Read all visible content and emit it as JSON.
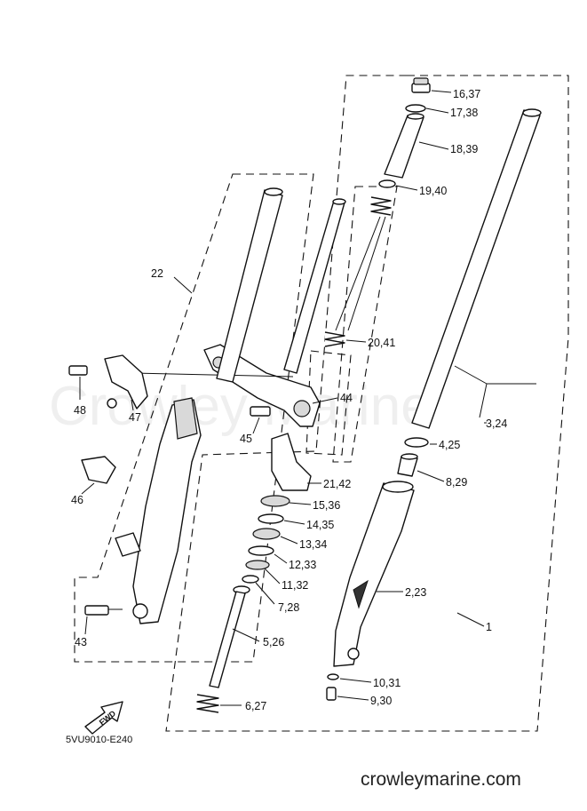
{
  "watermark": "Crowley Marine",
  "footer": "crowleymarine.com",
  "diagram_code": "5VU9010-E240",
  "fwd_label": "FWD",
  "callouts": {
    "c16_37": "16,37",
    "c17_38": "17,38",
    "c18_39": "18,39",
    "c19_40": "19,40",
    "c20_41": "20,41",
    "c3_24": "3,24",
    "c4_25": "4,25",
    "c8_29": "8,29",
    "c2_23": "2,23",
    "c1": "1",
    "c10_31": "10,31",
    "c9_30": "9,30",
    "c22": "22",
    "c44": "44",
    "c45": "45",
    "c48": "48",
    "c47": "47",
    "c46": "46",
    "c43": "43",
    "c21_42": "21,42",
    "c15_36": "15,36",
    "c14_35": "14,35",
    "c13_34": "13,34",
    "c12_33": "12,33",
    "c11_32": "11,32",
    "c7_28": "7,28",
    "c5_26": "5,26",
    "c6_27": "6,27"
  }
}
